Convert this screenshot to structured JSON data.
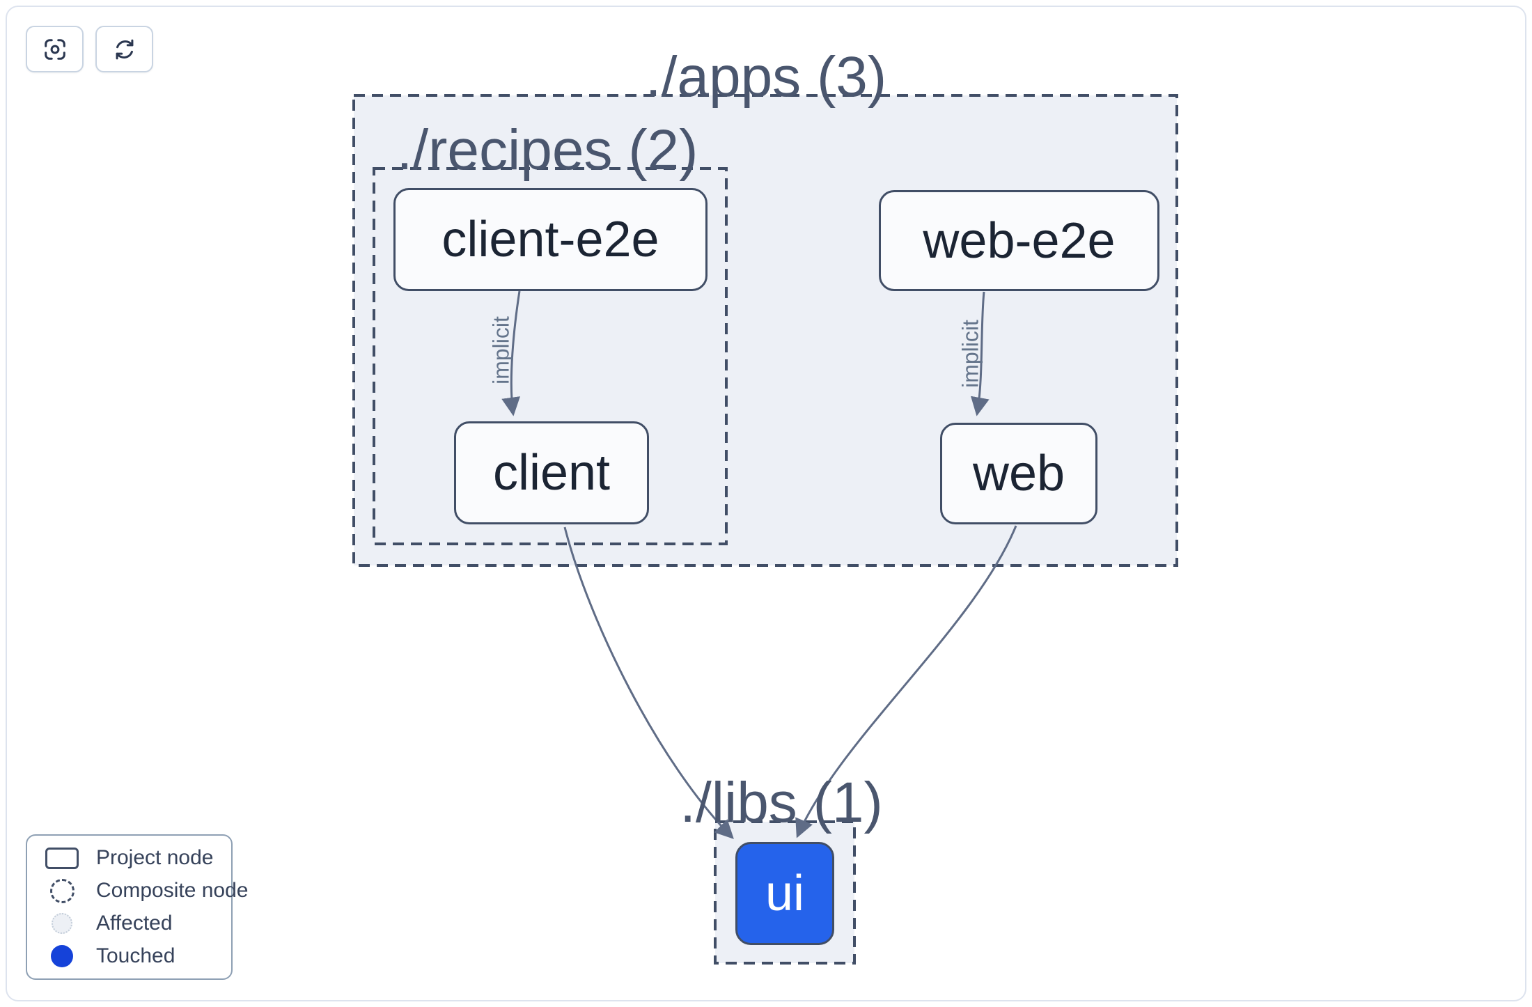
{
  "colors": {
    "canvas_border": "#dde3ee",
    "group_fill": "#edf0f6",
    "group_border": "#414e66",
    "group_label_text": "#4a566e",
    "node_fill": "#fafbfd",
    "node_border": "#414e66",
    "node_text": "#1b2433",
    "edge_line": "#5f6c86",
    "edge_label_text": "#64748b",
    "touched_blue": "#2563eb",
    "legend_touched_blue": "#1542d9",
    "affected_fill": "#edf0f5",
    "affected_border": "#c3cdd9",
    "legend_border": "#8ea0b4",
    "legend_text": "#36425a",
    "button_border": "#c9d4e2",
    "icon_color": "#2b3750"
  },
  "toolbar": {
    "buttons": [
      {
        "icon": "crosshair-focus-icon"
      },
      {
        "icon": "refresh-icon"
      }
    ]
  },
  "graph": {
    "groups": [
      {
        "id": "apps",
        "label": "./apps (3)"
      },
      {
        "id": "recipes",
        "label": "./recipes (2)"
      },
      {
        "id": "libs",
        "label": "./libs (1)"
      }
    ],
    "nodes": [
      {
        "id": "client-e2e",
        "label": "client-e2e",
        "state": "default"
      },
      {
        "id": "web-e2e",
        "label": "web-e2e",
        "state": "default"
      },
      {
        "id": "client",
        "label": "client",
        "state": "default"
      },
      {
        "id": "web",
        "label": "web",
        "state": "default"
      },
      {
        "id": "ui",
        "label": "ui",
        "state": "touched"
      }
    ],
    "edges": [
      {
        "from": "client-e2e",
        "to": "client",
        "label": "implicit"
      },
      {
        "from": "web-e2e",
        "to": "web",
        "label": "implicit"
      },
      {
        "from": "client",
        "to": "ui",
        "label": ""
      },
      {
        "from": "web",
        "to": "ui",
        "label": ""
      }
    ]
  },
  "legend": {
    "items": [
      {
        "label": "Project node",
        "swatch": "project"
      },
      {
        "label": "Composite node",
        "swatch": "composite"
      },
      {
        "label": "Affected",
        "swatch": "affected"
      },
      {
        "label": "Touched",
        "swatch": "touched"
      }
    ]
  }
}
